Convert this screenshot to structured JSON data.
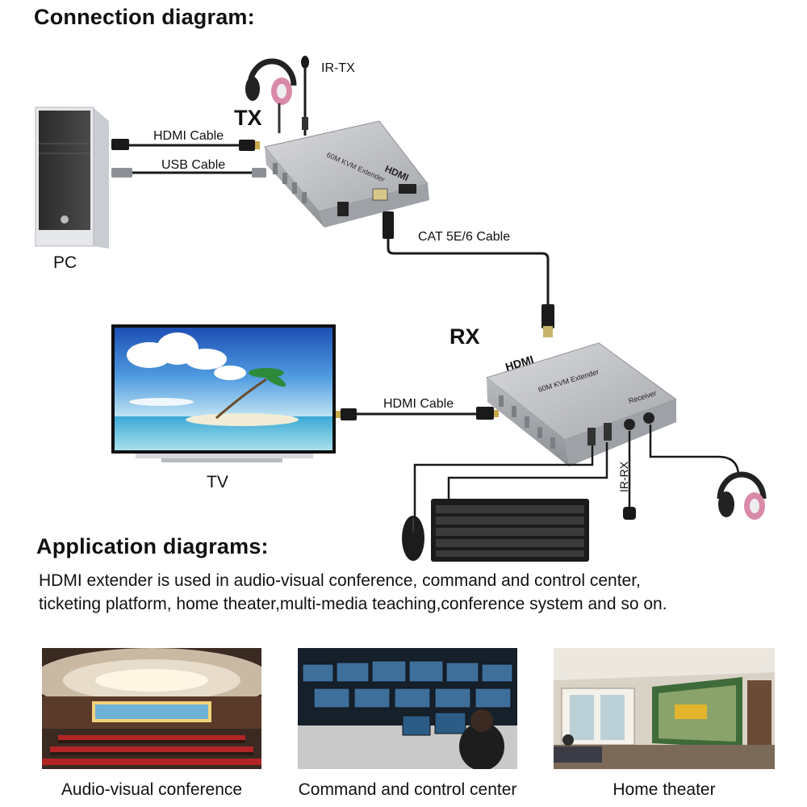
{
  "connection": {
    "heading": "Connection diagram:",
    "tx_label": "TX",
    "rx_label": "RX",
    "pc_label": "PC",
    "tv_label": "TV",
    "ir_tx_label": "IR-TX",
    "ir_rx_label": "IR-RX",
    "hdmi_cable_top": "HDMI Cable",
    "usb_cable": "USB Cable",
    "cat_cable": "CAT 5E/6 Cable",
    "hdmi_cable_bottom": "HDMI Cable",
    "tx_device_model": "60M KVM Extender",
    "tx_device_brand": "HDMI",
    "rx_device_brand": "HDMI",
    "rx_device_model": "60M KVM Extender",
    "rx_device_tag": "Receiver"
  },
  "application": {
    "heading": "Application diagrams:",
    "line1": "HDMI extender is used in audio-visual conference, command and control center,",
    "line2": "ticketing platform, home theater,multi-media teaching,conference system and so on.",
    "photos": [
      {
        "caption": "Audio-visual conference"
      },
      {
        "caption": "Command and control center"
      },
      {
        "caption": "Home theater"
      }
    ]
  }
}
